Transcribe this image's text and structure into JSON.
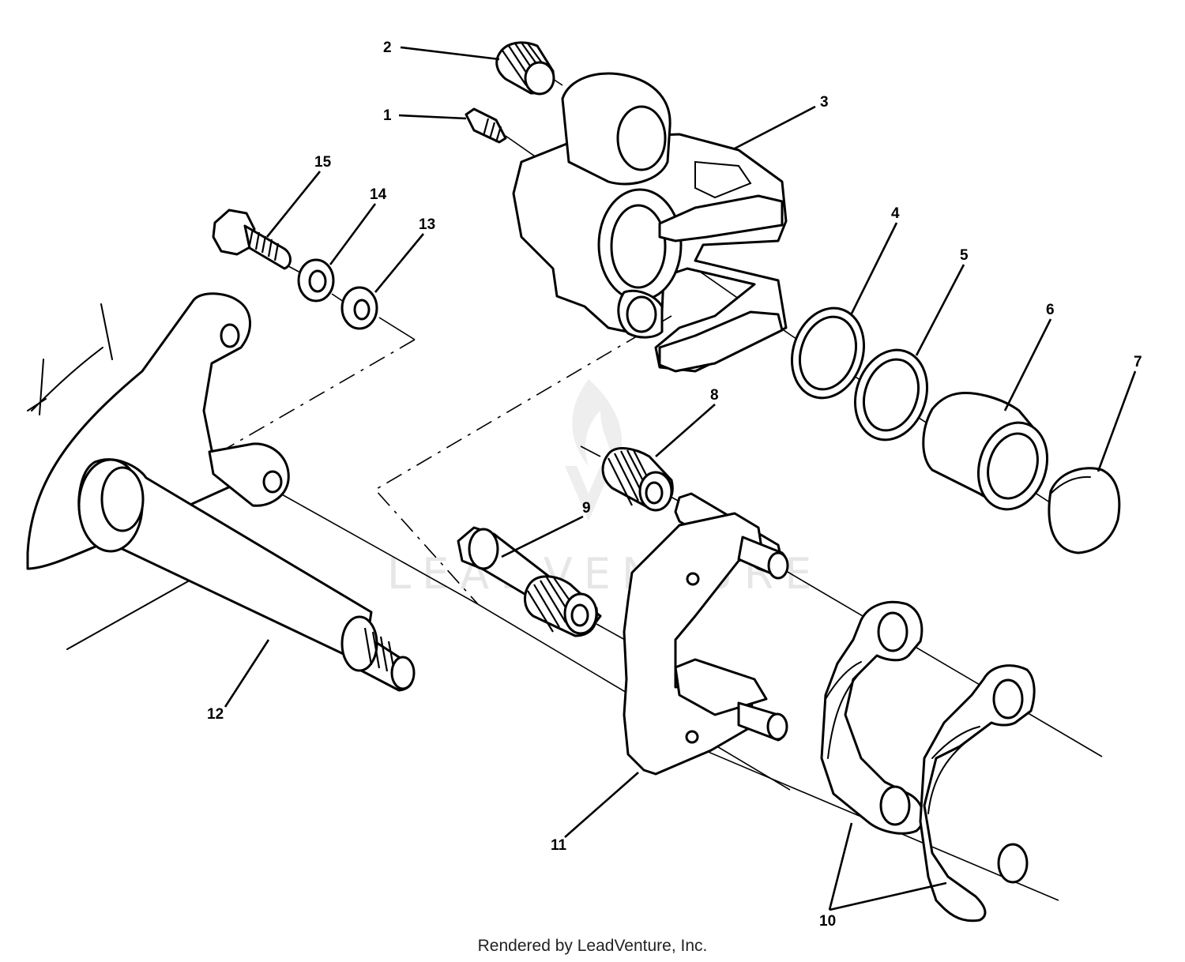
{
  "diagram": {
    "callouts": [
      {
        "id": "1",
        "label": "1"
      },
      {
        "id": "2",
        "label": "2"
      },
      {
        "id": "3",
        "label": "3"
      },
      {
        "id": "4",
        "label": "4"
      },
      {
        "id": "5",
        "label": "5"
      },
      {
        "id": "6",
        "label": "6"
      },
      {
        "id": "7",
        "label": "7"
      },
      {
        "id": "8",
        "label": "8"
      },
      {
        "id": "9",
        "label": "9"
      },
      {
        "id": "10",
        "label": "10"
      },
      {
        "id": "11",
        "label": "11"
      },
      {
        "id": "12",
        "label": "12"
      },
      {
        "id": "13",
        "label": "13"
      },
      {
        "id": "14",
        "label": "14"
      },
      {
        "id": "15",
        "label": "15"
      }
    ],
    "watermark": "LEADVENTURE",
    "footer": "Rendered by LeadVenture, Inc."
  }
}
